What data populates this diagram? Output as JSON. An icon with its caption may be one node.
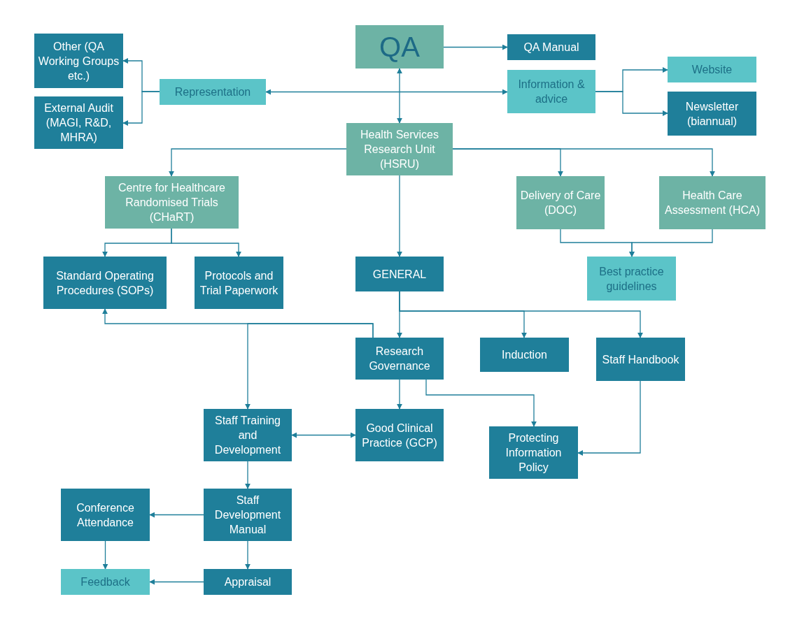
{
  "diagram": {
    "nodes": [
      {
        "text": [
          "QA"
        ]
      },
      {
        "text": [
          "QA Manual"
        ]
      },
      {
        "text": [
          "Other (QA Working Groups etc.)"
        ]
      },
      {
        "text": [
          "External Audit (MAGI, R&D, MHRA)"
        ]
      },
      {
        "text": [
          "Representation"
        ]
      },
      {
        "text": [
          "Information & advice"
        ]
      },
      {
        "text": [
          "Website"
        ]
      },
      {
        "text": [
          "Newsletter (biannual)"
        ]
      },
      {
        "text": [
          "Health Services Research Unit (HSRU)"
        ]
      },
      {
        "text": [
          "Centre for Healthcare Randomised Trials (CHaRT)"
        ]
      },
      {
        "text": [
          "Delivery of Care (DOC)"
        ]
      },
      {
        "text": [
          "Health Care Assessment (HCA)"
        ]
      },
      {
        "text": [
          "Standard Operating Procedures (SOPs)"
        ]
      },
      {
        "text": [
          "Protocols and Trial Paperwork"
        ]
      },
      {
        "text": [
          "GENERAL"
        ]
      },
      {
        "text": [
          "Best practice guidelines"
        ]
      },
      {
        "text": [
          "Research Governance"
        ]
      },
      {
        "text": [
          "Induction"
        ]
      },
      {
        "text": [
          "Staff Handbook"
        ]
      },
      {
        "text": [
          "Staff Training and Development"
        ]
      },
      {
        "text": [
          "Good Clinical Practice (GCP)"
        ]
      },
      {
        "text": [
          "Protecting Information Policy"
        ]
      },
      {
        "text": [
          "Conference Attendance"
        ]
      },
      {
        "text": [
          "Staff Development Manual"
        ]
      },
      {
        "text": [
          "Feedback"
        ]
      },
      {
        "text": [
          "Appraisal"
        ]
      }
    ],
    "edges": [
      {
        "from": 0,
        "to": 1,
        "arrow": "to"
      },
      {
        "from": 0,
        "to": 8,
        "arrow": "both"
      },
      {
        "from": 4,
        "to": 5,
        "arrow": "both"
      },
      {
        "from": 4,
        "to": 2,
        "arrow": "to"
      },
      {
        "from": 4,
        "to": 3,
        "arrow": "to"
      },
      {
        "from": 5,
        "to": 6,
        "arrow": "to"
      },
      {
        "from": 5,
        "to": 7,
        "arrow": "to"
      },
      {
        "from": 8,
        "to": 9,
        "arrow": "to"
      },
      {
        "from": 8,
        "to": 10,
        "arrow": "to"
      },
      {
        "from": 8,
        "to": 11,
        "arrow": "to"
      },
      {
        "from": 8,
        "to": 14,
        "arrow": "to"
      },
      {
        "from": 9,
        "to": 12,
        "arrow": "to"
      },
      {
        "from": 9,
        "to": 13,
        "arrow": "to"
      },
      {
        "from": 10,
        "to": 15,
        "arrow": "to"
      },
      {
        "from": 11,
        "to": 15,
        "arrow": "to"
      },
      {
        "from": 14,
        "to": 16,
        "arrow": "to"
      },
      {
        "from": 14,
        "to": 17,
        "arrow": "to"
      },
      {
        "from": 14,
        "to": 18,
        "arrow": "to"
      },
      {
        "from": 16,
        "to": 12,
        "arrow": "to"
      },
      {
        "from": 16,
        "to": 19,
        "arrow": "to"
      },
      {
        "from": 16,
        "to": 20,
        "arrow": "to"
      },
      {
        "from": 16,
        "to": 21,
        "arrow": "to"
      },
      {
        "from": 18,
        "to": 21,
        "arrow": "to"
      },
      {
        "from": 19,
        "to": 20,
        "arrow": "both"
      },
      {
        "from": 19,
        "to": 23,
        "arrow": "to"
      },
      {
        "from": 23,
        "to": 22,
        "arrow": "to"
      },
      {
        "from": 22,
        "to": 24,
        "arrow": "to"
      },
      {
        "from": 25,
        "to": 24,
        "arrow": "to"
      },
      {
        "from": 23,
        "to": 25,
        "arrow": "to"
      }
    ]
  }
}
